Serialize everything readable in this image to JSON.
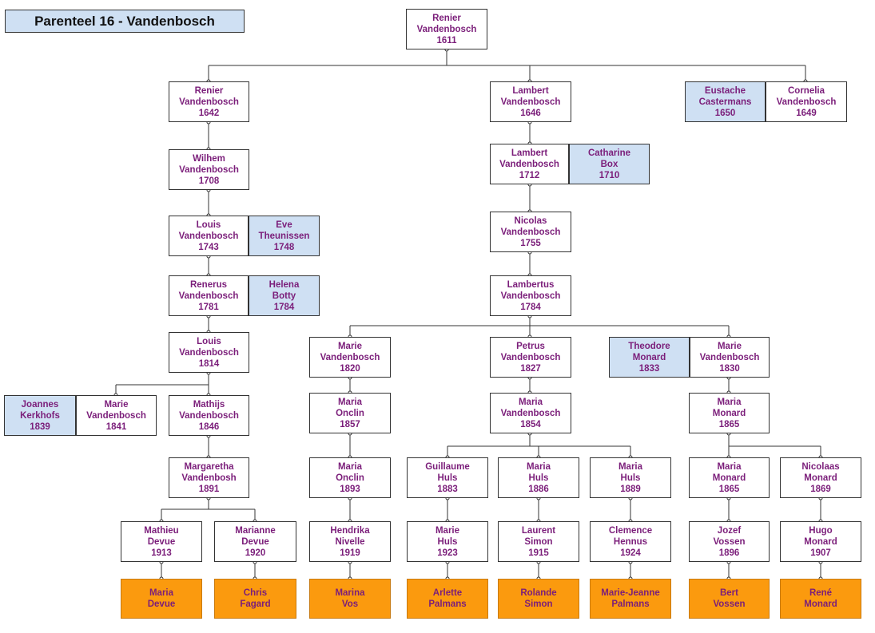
{
  "title": "Parenteel 16 - Vandenbosch",
  "persons": {
    "p1": {
      "first": "Renier",
      "last": "Vandenbosch",
      "year": "1611"
    },
    "p2": {
      "first": "Renier",
      "last": "Vandenbosch",
      "year": "1642"
    },
    "p3": {
      "first": "Lambert",
      "last": "Vandenbosch",
      "year": "1646"
    },
    "p4": {
      "first": "Eustache",
      "last": "Castermans",
      "year": "1650"
    },
    "p5": {
      "first": "Cornelia",
      "last": "Vandenbosch",
      "year": "1649"
    },
    "p6": {
      "first": "Wilhem",
      "last": "Vandenbosch",
      "year": "1708"
    },
    "p7": {
      "first": "Lambert",
      "last": "Vandenbosch",
      "year": "1712"
    },
    "p8": {
      "first": "Catharine",
      "last": "Box",
      "year": "1710"
    },
    "p9": {
      "first": "Louis",
      "last": "Vandenbosch",
      "year": "1743"
    },
    "p10": {
      "first": "Eve",
      "last": "Theunissen",
      "year": "1748"
    },
    "p11": {
      "first": "Nicolas",
      "last": "Vandenbosch",
      "year": "1755"
    },
    "p12": {
      "first": "Renerus",
      "last": "Vandenbosch",
      "year": "1781"
    },
    "p13": {
      "first": "Helena",
      "last": "Botty",
      "year": "1784"
    },
    "p14": {
      "first": "Lambertus",
      "last": "Vandenbosch",
      "year": "1784"
    },
    "p15": {
      "first": "Louis",
      "last": "Vandenbosch",
      "year": "1814"
    },
    "p16": {
      "first": "Marie",
      "last": "Vandenbosch",
      "year": "1820"
    },
    "p17": {
      "first": "Petrus",
      "last": "Vandenbosch",
      "year": "1827"
    },
    "p18": {
      "first": "Theodore",
      "last": "Monard",
      "year": "1833"
    },
    "p19": {
      "first": "Marie",
      "last": "Vandenbosch",
      "year": "1830"
    },
    "p20": {
      "first": "Joannes",
      "last": "Kerkhofs",
      "year": "1839"
    },
    "p21": {
      "first": "Marie",
      "last": "Vandenbosch",
      "year": "1841"
    },
    "p22": {
      "first": "Mathijs",
      "last": "Vandenbosch",
      "year": "1846"
    },
    "p23": {
      "first": "Maria",
      "last": "Onclin",
      "year": "1857"
    },
    "p24": {
      "first": "Maria",
      "last": "Vandenbosch",
      "year": "1854"
    },
    "p25": {
      "first": "Maria",
      "last": "Monard",
      "year": "1865"
    },
    "p26": {
      "first": "Margaretha",
      "last": "Vandenbosh",
      "year": "1891"
    },
    "p27": {
      "first": "Maria",
      "last": "Onclin",
      "year": "1893"
    },
    "p28": {
      "first": "Guillaume",
      "last": "Huls",
      "year": "1883"
    },
    "p29": {
      "first": "Maria",
      "last": "Huls",
      "year": "1886"
    },
    "p30": {
      "first": "Maria",
      "last": "Huls",
      "year": "1889"
    },
    "p31": {
      "first": "Maria",
      "last": "Monard",
      "year": "1865"
    },
    "p32": {
      "first": "Nicolaas",
      "last": "Monard",
      "year": "1869"
    },
    "p33": {
      "first": "Mathieu",
      "last": "Devue",
      "year": "1913"
    },
    "p34": {
      "first": "Marianne",
      "last": "Devue",
      "year": "1920"
    },
    "p35": {
      "first": "Hendrika",
      "last": "Nivelle",
      "year": "1919"
    },
    "p36": {
      "first": "Marie",
      "last": "Huls",
      "year": "1923"
    },
    "p37": {
      "first": "Laurent",
      "last": "Simon",
      "year": "1915"
    },
    "p38": {
      "first": "Clemence",
      "last": "Hennus",
      "year": "1924"
    },
    "p39": {
      "first": "Jozef",
      "last": "Vossen",
      "year": "1896"
    },
    "p40": {
      "first": "Hugo",
      "last": "Monard",
      "year": "1907"
    },
    "p41": {
      "first": "Maria",
      "last": "Devue"
    },
    "p42": {
      "first": "Chris",
      "last": "Fagard"
    },
    "p43": {
      "first": "Marina",
      "last": "Vos"
    },
    "p44": {
      "first": "Arlette",
      "last": "Palmans"
    },
    "p45": {
      "first": "Rolande",
      "last": "Simon"
    },
    "p46": {
      "first": "Marie-Jeanne",
      "last": "Palmans"
    },
    "p47": {
      "first": "Bert",
      "last": "Vossen"
    },
    "p48": {
      "first": "René",
      "last": "Monard"
    }
  },
  "colors": {
    "text": "#7b1e7a",
    "spouse_fill": "#cfe0f3",
    "descendant_fill": "#fb9a0e",
    "line": "#333333"
  }
}
